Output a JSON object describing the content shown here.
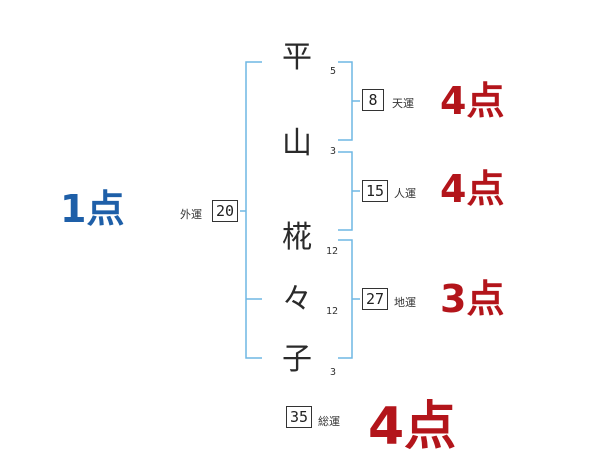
{
  "colors": {
    "bracket": "#6fb7e3",
    "score_red": "#b3151b",
    "score_blue": "#1e5fa8",
    "text": "#2a2a2a"
  },
  "name": {
    "characters": [
      {
        "char": "平",
        "strokes": "5"
      },
      {
        "char": "山",
        "strokes": "3"
      },
      {
        "char": "椛",
        "strokes": "12"
      },
      {
        "char": "々",
        "strokes": "12"
      },
      {
        "char": "子",
        "strokes": "3"
      }
    ]
  },
  "fortunes": {
    "tenkaku": {
      "label": "天運",
      "value": "8",
      "score": "4点"
    },
    "jinkaku": {
      "label": "人運",
      "value": "15",
      "score": "4点"
    },
    "chikaku": {
      "label": "地運",
      "value": "27",
      "score": "3点"
    },
    "gaikaku": {
      "label": "外運",
      "value": "20",
      "score": "1点"
    },
    "soukaku": {
      "label": "総運",
      "value": "35",
      "score": "4点"
    }
  }
}
